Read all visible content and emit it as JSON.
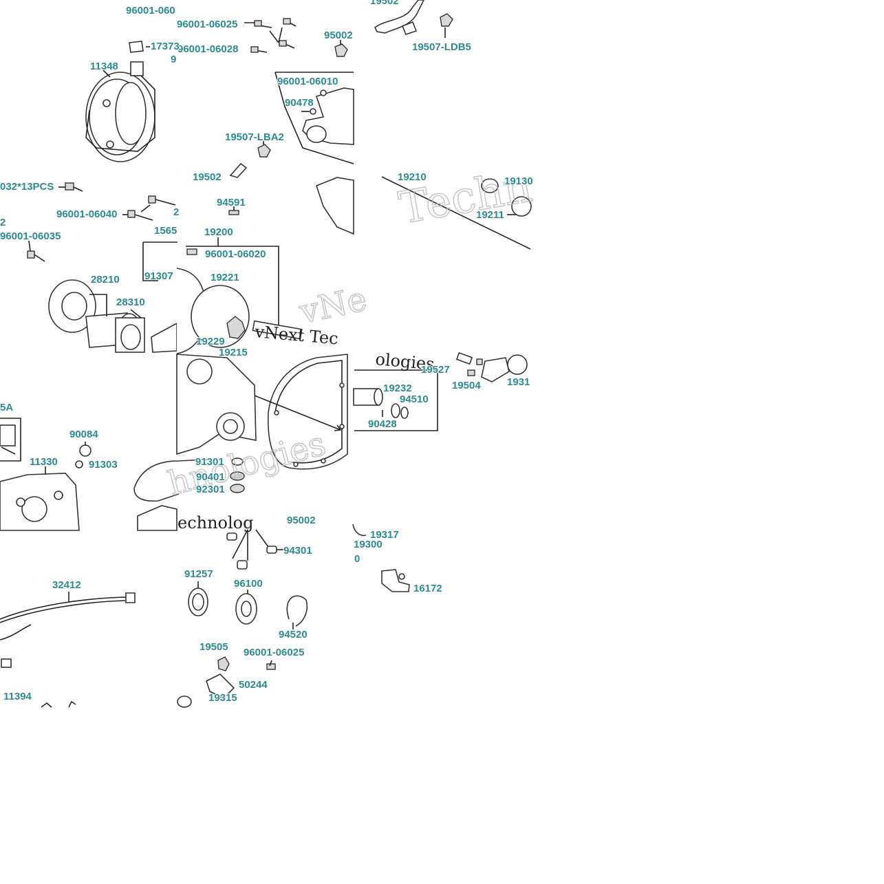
{
  "labels": {
    "p96001_06a": "96001-060",
    "p96001_06025_a": "96001-06025",
    "p96001_06028": "96001-06028",
    "p95002_a": "95002",
    "p19502_a": "19502",
    "p19507_ldb5": "19507-LDB5",
    "p17373": "17373",
    "p11348": "11348",
    "p96001_06010": "96001-06010",
    "p90478": "90478",
    "p19507_lba2": "19507-LBA2",
    "p19502_b": "19502",
    "p032_13pcs": "032*13PCS",
    "p96001_06040": "96001-06040",
    "p96001_06035": "96001-06035",
    "p1565": "1565",
    "p91307": "91307",
    "p28210": "28210",
    "p28310": "28310",
    "p94591": "94591",
    "p19200": "19200",
    "p96001_06020": "96001-06020",
    "p19221": "19221",
    "p19229": "19229",
    "p19215": "19215",
    "p19210": "19210",
    "p19130": "19130",
    "p19211": "19211",
    "p19527": "19527",
    "p19504": "19504",
    "p1931": "1931",
    "p19232": "19232",
    "p94510": "94510",
    "p90428": "90428",
    "p5a": "5A",
    "p90084": "90084",
    "p91303": "91303",
    "p11330": "11330",
    "p91301": "91301",
    "p90401": "90401",
    "p92301": "92301",
    "p95002_b": "95002",
    "p19317": "19317",
    "p19300": "19300",
    "p0": "0",
    "p94301": "94301",
    "p16172": "16172",
    "p32412": "32412",
    "p91257": "91257",
    "p96100": "96100",
    "p94520": "94520",
    "p19505": "19505",
    "p96001_06025_b": "96001-06025",
    "p50244": "50244",
    "p19315": "19315",
    "p11394": "11394",
    "p2": "2",
    "p9": "9",
    "p12": "2"
  },
  "watermark": {
    "text_a": "Techn",
    "text_b": "vNext Tec",
    "text_c": "hnologies",
    "text_d": "ologies",
    "text_e": "echnolog",
    "text_f": "vNe"
  }
}
